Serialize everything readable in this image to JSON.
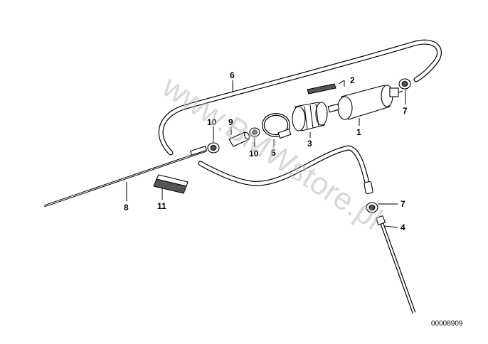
{
  "watermark": "www.BMWstore.pl",
  "reference_number": "00008909",
  "callouts": [
    {
      "id": "c1",
      "label": "1"
    },
    {
      "id": "c2",
      "label": "2"
    },
    {
      "id": "c3",
      "label": "3"
    },
    {
      "id": "c4",
      "label": "4"
    },
    {
      "id": "c5",
      "label": "5"
    },
    {
      "id": "c6",
      "label": "6"
    },
    {
      "id": "c7a",
      "label": "7"
    },
    {
      "id": "c7b",
      "label": "7"
    },
    {
      "id": "c8",
      "label": "8"
    },
    {
      "id": "c9",
      "label": "9"
    },
    {
      "id": "c10a",
      "label": "10"
    },
    {
      "id": "c10b",
      "label": "10"
    },
    {
      "id": "c11",
      "label": "11"
    }
  ]
}
